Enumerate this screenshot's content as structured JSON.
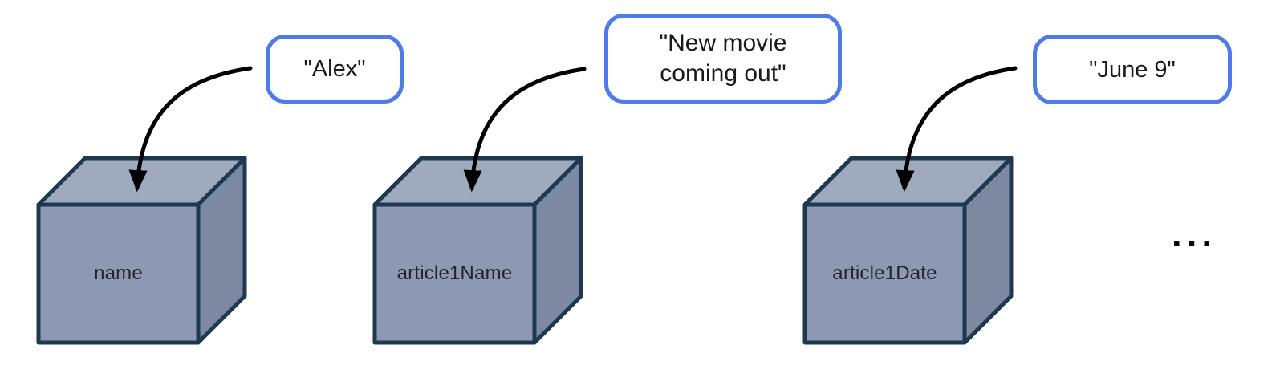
{
  "colors": {
    "background": "#ffffff",
    "bubble-border": "#4d7ce8",
    "bubble-fill": "#ffffff",
    "cube-top": "#9faabf",
    "cube-front": "#8d99b2",
    "cube-side": "#7d89a1",
    "cube-stroke": "#1c394f",
    "arrow": "#000000",
    "label-text": "#1f2430",
    "value-text": "#17191c"
  },
  "variables": [
    {
      "name": "name",
      "value": "\"Alex\""
    },
    {
      "name": "article1Name",
      "value": "\"New movie coming out\""
    },
    {
      "name": "article1Date",
      "value": "\"June 9\""
    }
  ],
  "ellipsis": "..."
}
